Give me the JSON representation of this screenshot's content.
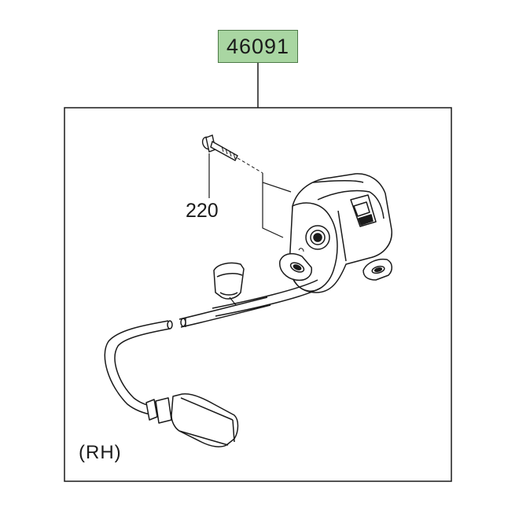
{
  "part_number": "46091",
  "bolt_callout": "220",
  "side_label": "(RH)",
  "colors": {
    "tag_fill": "#a9d6a2",
    "tag_border": "#4d7a48",
    "line": "#1a1a1a"
  }
}
